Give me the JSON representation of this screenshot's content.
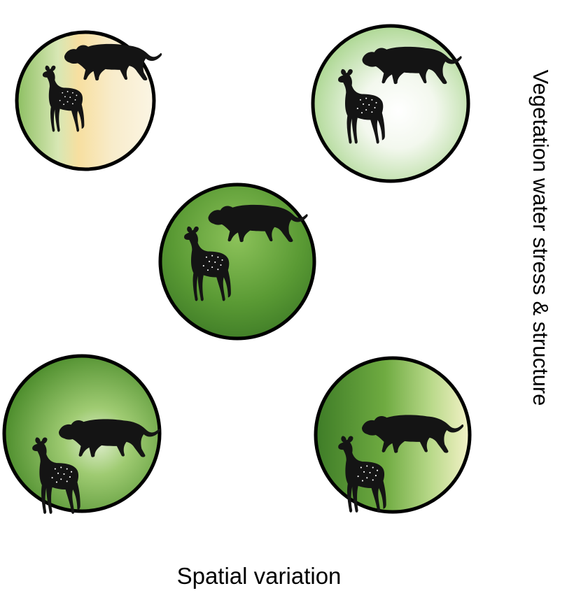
{
  "diagram": {
    "x_axis_label": "Spatial variation",
    "y_axis_label": "Vegetation water stress & structure",
    "panels": [
      {
        "id": "top-left",
        "icons": [
          "leopard-icon",
          "deer-icon"
        ],
        "fill_colors": [
          "#8dbf62",
          "#f6e6a6",
          "#fbf3dc"
        ]
      },
      {
        "id": "top-right",
        "icons": [
          "leopard-icon",
          "deer-icon"
        ],
        "fill_colors": [
          "#a6d48a",
          "#ffffff"
        ]
      },
      {
        "id": "center",
        "icons": [
          "leopard-icon",
          "deer-icon"
        ],
        "fill_colors": [
          "#8cc25a",
          "#3d7a26"
        ]
      },
      {
        "id": "bottom-left",
        "icons": [
          "leopard-icon",
          "deer-icon"
        ],
        "fill_colors": [
          "#e1efd0",
          "#4a8b2a"
        ]
      },
      {
        "id": "bottom-right",
        "icons": [
          "leopard-icon",
          "deer-icon"
        ],
        "fill_colors": [
          "#3e7c27",
          "#f4f2c8"
        ]
      }
    ]
  }
}
